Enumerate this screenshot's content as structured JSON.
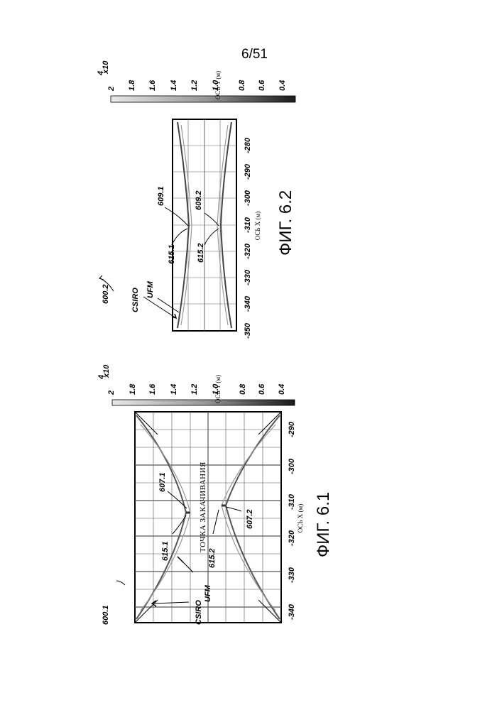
{
  "page_number": "6/51",
  "figures": [
    {
      "ref": "600.1",
      "caption": "ФИГ. 6.1",
      "x_axis_label": "ОСЬ X (м)",
      "x_ticks": [
        "-340",
        "-330",
        "-320",
        "-310",
        "-300",
        "-290"
      ],
      "colorbar_label": "ОСЬ Y (м)",
      "colorbar_scale": "x10",
      "colorbar_exponent": "4",
      "colorbar_ticks": [
        "2",
        "1.8",
        "1.6",
        "1.4",
        "1.2",
        "1.0",
        "0.8",
        "0.6",
        "0.4"
      ],
      "annotations": [
        "CSIRO",
        "UFM",
        "615.1",
        "607.1",
        "615.2",
        "607.2"
      ],
      "note": "ТОЧКА ЗАКАЧИВАНИЯ"
    },
    {
      "ref": "600.2",
      "caption": "ФИГ. 6.2",
      "x_axis_label": "ОСЬ X (м)",
      "x_ticks": [
        "-350",
        "-340",
        "-330",
        "-320",
        "-310",
        "-300",
        "-290",
        "-280"
      ],
      "colorbar_label": "ОСЬ Y (м)",
      "colorbar_scale": "x10",
      "colorbar_exponent": "4",
      "colorbar_ticks": [
        "2",
        "1.8",
        "1.6",
        "1.4",
        "1.2",
        "1.0",
        "0.8",
        "0.6",
        "0.4"
      ],
      "annotations": [
        "CSIRO",
        "UFM",
        "615.1",
        "609.1",
        "609.2",
        "615.2"
      ]
    }
  ]
}
